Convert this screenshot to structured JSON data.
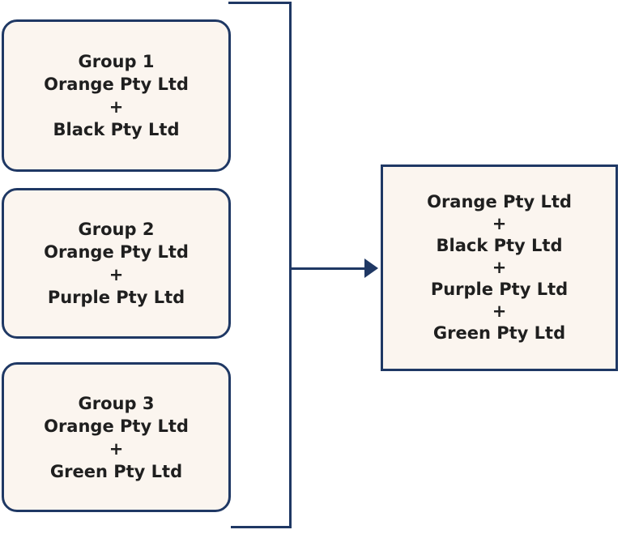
{
  "colors": {
    "border_navy": "#1F3864",
    "box_fill": "#FBF5EF",
    "text": "#1F1F1F",
    "background": "#FFFFFF"
  },
  "groups": [
    {
      "lines": [
        "Group 1",
        "Orange Pty Ltd",
        "+",
        "Black Pty Ltd"
      ]
    },
    {
      "lines": [
        "Group 2",
        "Orange Pty Ltd",
        "+",
        "Purple Pty Ltd"
      ]
    },
    {
      "lines": [
        "Group 3",
        "Orange Pty Ltd",
        "+",
        "Green Pty Ltd"
      ]
    }
  ],
  "result": {
    "lines": [
      "Orange Pty Ltd",
      "+",
      "Black Pty Ltd",
      "+",
      "Purple Pty Ltd",
      "+",
      "Green Pty Ltd"
    ]
  }
}
